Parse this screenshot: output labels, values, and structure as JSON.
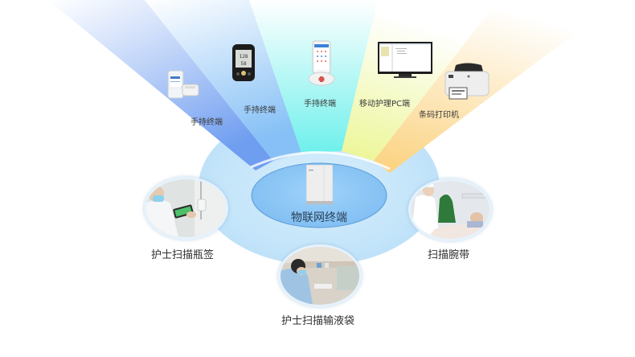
{
  "center": {
    "label": "物联网终端",
    "icon": "iot-gateway-icon",
    "color": "#8fc9f5"
  },
  "devices": [
    {
      "label": "手持终端",
      "icon": "handheld-pda-with-printer-icon",
      "ray_color": "#7aa3f0"
    },
    {
      "label": "手持终端",
      "icon": "handheld-meter-icon",
      "ray_color": "#8ec3f5"
    },
    {
      "label": "手持终端",
      "icon": "smartphone-dock-icon",
      "ray_color": "#7ff0ec"
    },
    {
      "label": "移动护理PC端",
      "icon": "monitor-icon",
      "ray_color": "#eef59a"
    },
    {
      "label": "条码打印机",
      "icon": "barcode-printer-icon",
      "ray_color": "#fbd88f"
    }
  ],
  "scenarios": [
    {
      "label": "护士扫描瓶签",
      "icon": "nurse-scan-bottle-photo"
    },
    {
      "label": "护士扫描输液袋",
      "icon": "nurse-scan-infusion-bag-photo"
    },
    {
      "label": "扫描腕带",
      "icon": "scan-wristband-photo"
    }
  ],
  "colors": {
    "outer_ellipse": "#c7e6fa",
    "inner_ellipse": "#8fcbf6",
    "inner_stroke": "#5e9fd8"
  }
}
